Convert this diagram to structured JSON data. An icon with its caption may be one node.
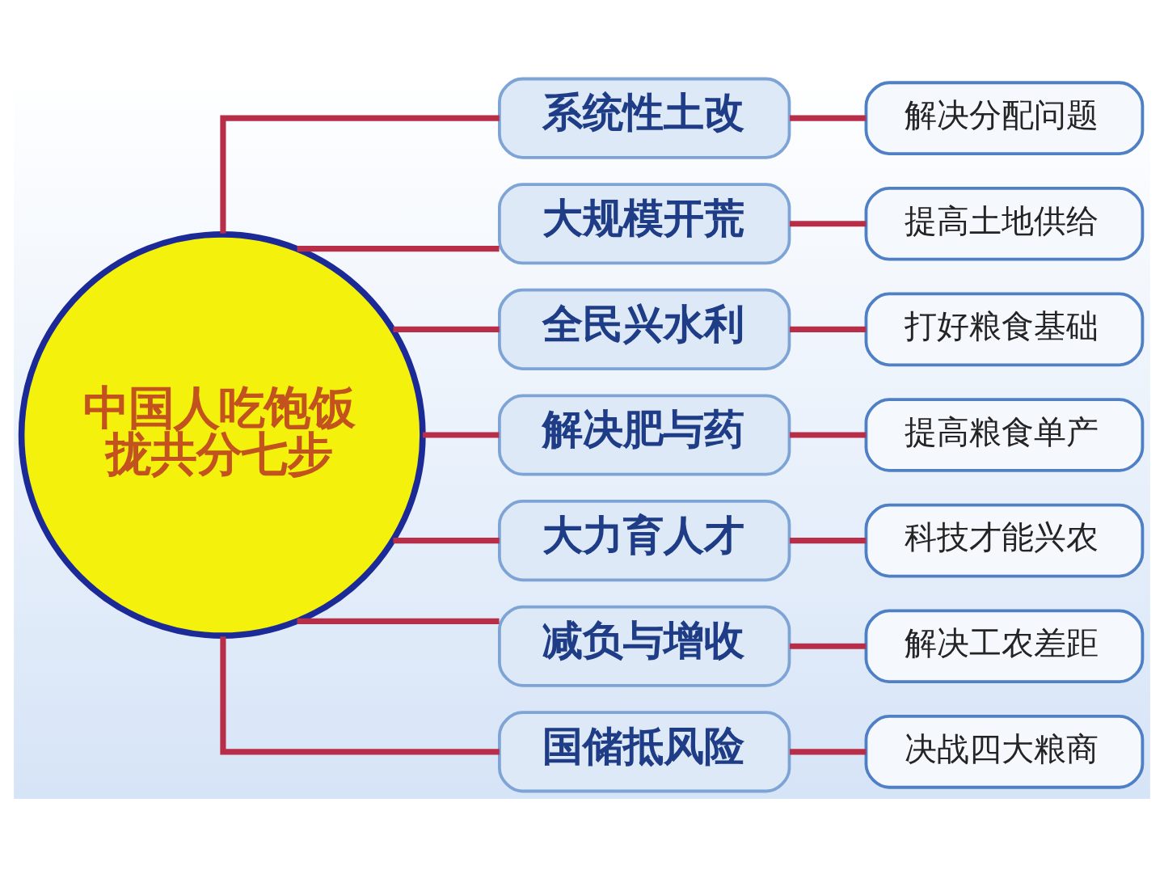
{
  "diagram": {
    "nodes": [
      {
        "text": [
          "中国人吃饱饭拢共分七步"
        ]
      },
      {
        "text": [
          "系统性土改"
        ]
      },
      {
        "text": [
          "解决分配问题"
        ]
      },
      {
        "text": [
          "大规模开荒"
        ]
      },
      {
        "text": [
          "提高土地供给"
        ]
      },
      {
        "text": [
          "全民兴水利"
        ]
      },
      {
        "text": [
          "打好粮食基础"
        ]
      },
      {
        "text": [
          "解决肥与药"
        ]
      },
      {
        "text": [
          "提高粮食单产"
        ]
      },
      {
        "text": [
          "大力育人才"
        ]
      },
      {
        "text": [
          "科技才能兴农"
        ]
      },
      {
        "text": [
          "减负与增收"
        ]
      },
      {
        "text": [
          "解决工农差距"
        ]
      },
      {
        "text": [
          "国储抵风险"
        ]
      },
      {
        "text": [
          "决战四大粮商"
        ]
      }
    ],
    "edges": [
      {
        "from": 0,
        "to": 1,
        "arrow": "none"
      },
      {
        "from": 1,
        "to": 2,
        "arrow": "none"
      },
      {
        "from": 0,
        "to": 3,
        "arrow": "none"
      },
      {
        "from": 3,
        "to": 4,
        "arrow": "none"
      },
      {
        "from": 0,
        "to": 5,
        "arrow": "none"
      },
      {
        "from": 5,
        "to": 6,
        "arrow": "none"
      },
      {
        "from": 0,
        "to": 7,
        "arrow": "none"
      },
      {
        "from": 7,
        "to": 8,
        "arrow": "none"
      },
      {
        "from": 0,
        "to": 9,
        "arrow": "none"
      },
      {
        "from": 9,
        "to": 10,
        "arrow": "none"
      },
      {
        "from": 0,
        "to": 11,
        "arrow": "none"
      },
      {
        "from": 11,
        "to": 12,
        "arrow": "none"
      },
      {
        "from": 0,
        "to": 13,
        "arrow": "none"
      },
      {
        "from": 13,
        "to": 14,
        "arrow": "none"
      }
    ]
  }
}
